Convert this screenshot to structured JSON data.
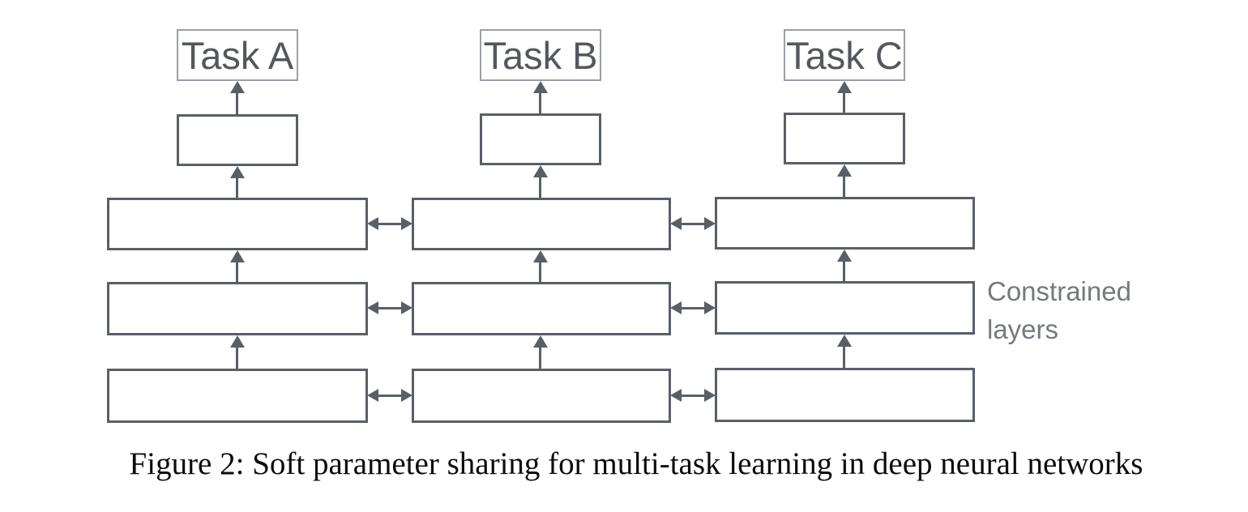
{
  "figure": {
    "tasks": [
      {
        "label": "Task A"
      },
      {
        "label": "Task B"
      },
      {
        "label": "Task C"
      }
    ],
    "annotation": {
      "line1": "Constrained",
      "line2": "layers"
    },
    "caption": "Figure 2: Soft parameter sharing for multi-task learning in deep neural networks",
    "colors": {
      "layer_box_border": "#5a5f67",
      "task_box_border": "#9ca0a5",
      "task_text": "#54585e",
      "arrow": "#5a5f67",
      "annotation_text": "#75797f",
      "caption_text": "#0c0c0c",
      "background": "#ffffff"
    }
  }
}
